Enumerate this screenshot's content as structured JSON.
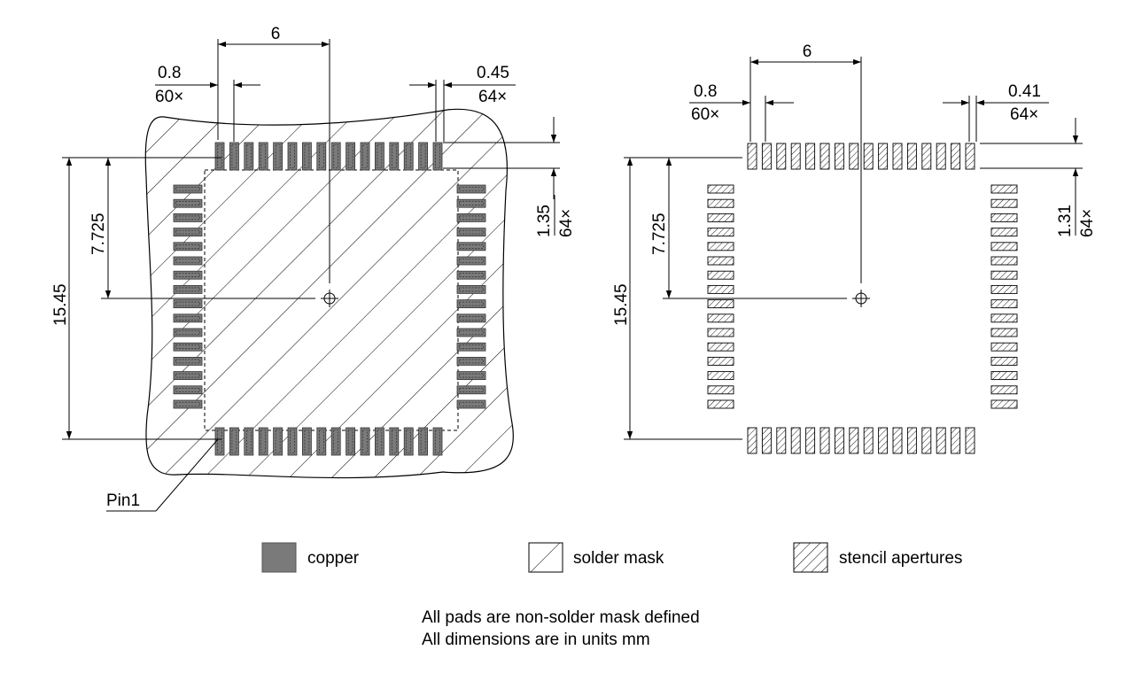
{
  "left_view": {
    "pitch_label": "6",
    "pad_width": {
      "value": "0.8",
      "count": "60×"
    },
    "mask_width": {
      "value": "0.45",
      "count": "64×"
    },
    "pad_length": {
      "value": "1.35",
      "count": "64×"
    },
    "half_span": "7.725",
    "full_span": "15.45",
    "pin1_label": "Pin1"
  },
  "right_view": {
    "pitch_label": "6",
    "pad_width": {
      "value": "0.8",
      "count": "60×"
    },
    "aperture_width": {
      "value": "0.41",
      "count": "64×"
    },
    "aperture_length": {
      "value": "1.31",
      "count": "64×"
    },
    "half_span": "7.725",
    "full_span": "15.45"
  },
  "legend": [
    {
      "label": "copper",
      "swatch": "copper"
    },
    {
      "label": "solder mask",
      "swatch": "solder-mask"
    },
    {
      "label": "stencil apertures",
      "swatch": "stencil"
    }
  ],
  "notes": [
    "All pads are non-solder mask defined",
    "All dimensions are in units mm"
  ],
  "colors": {
    "copper": "#7a7a7a",
    "line": "#000000"
  }
}
